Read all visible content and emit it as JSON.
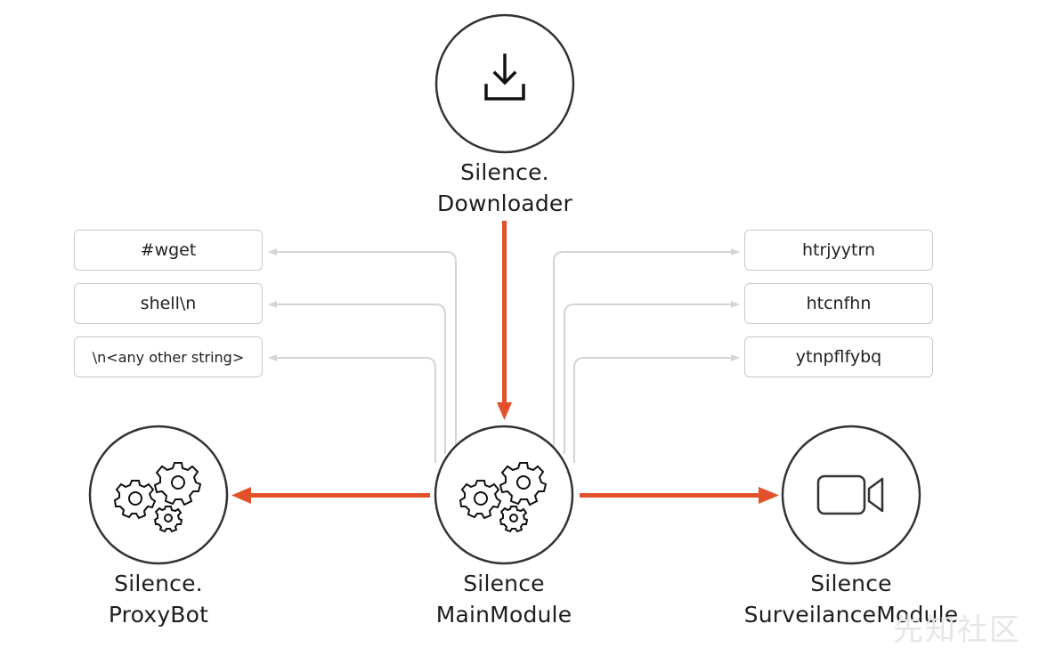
{
  "nodes": {
    "downloader": {
      "line1": "Silence.",
      "line2": "Downloader",
      "icon": "download-icon"
    },
    "main": {
      "line1": "Silence",
      "line2": "MainModule",
      "icon": "gears-icon"
    },
    "proxybot": {
      "line1": "Silence.",
      "line2": "ProxyBot",
      "icon": "gears-icon"
    },
    "surveillance": {
      "line1": "Silence",
      "line2": "SurveilanceModule",
      "icon": "video-camera-icon"
    }
  },
  "left_commands": [
    "#wget",
    "shell\\n",
    "\\n<any other string>"
  ],
  "right_commands": [
    "htrjyytrn",
    "htcnfhn",
    "ytnpflfybq"
  ],
  "watermark": "先知社区",
  "colors": {
    "arrow": "#e2512a",
    "connector": "#d4d4d4",
    "circle": "#333333"
  }
}
